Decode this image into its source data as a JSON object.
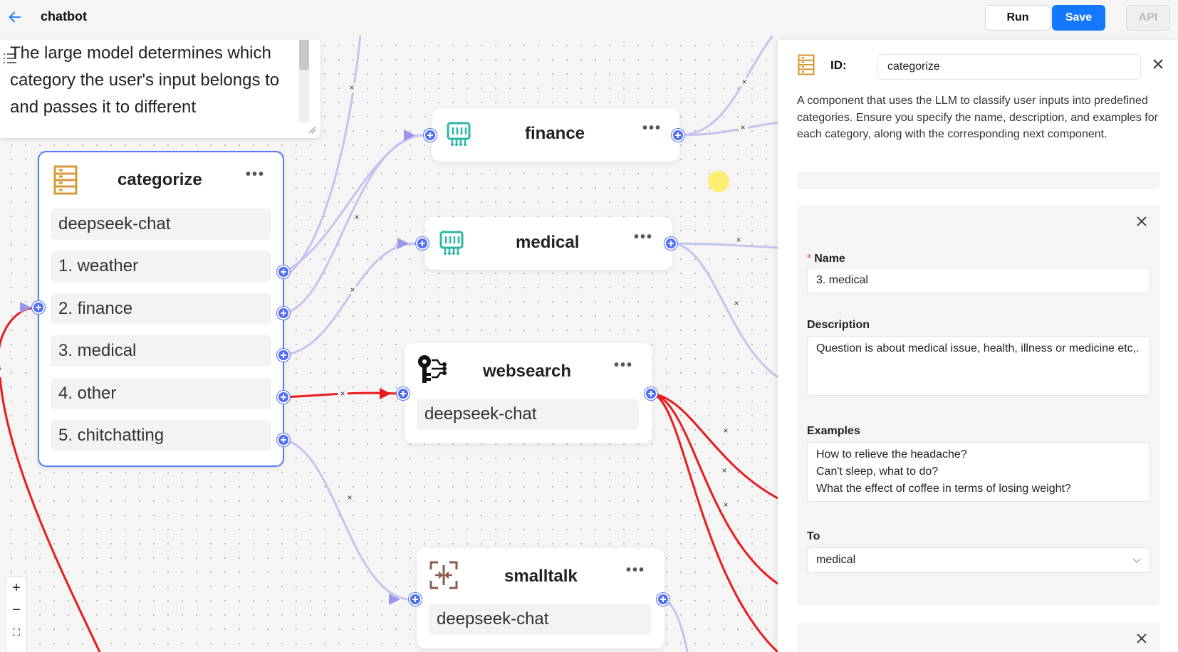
{
  "header": {
    "title": "chatbot",
    "run_label": "Run",
    "save_label": "Save",
    "api_label": "API"
  },
  "note": {
    "text": "The large model determines which category the user's input belongs to and passes it to different"
  },
  "nodes": {
    "categorize": {
      "title": "categorize",
      "model": "deepseek-chat",
      "items": [
        "1. weather",
        "2. finance",
        "3. medical",
        "4. other",
        "5. chitchatting"
      ]
    },
    "finance": {
      "title": "finance"
    },
    "medical": {
      "title": "medical"
    },
    "websearch": {
      "title": "websearch",
      "model": "deepseek-chat"
    },
    "smalltalk": {
      "title": "smalltalk",
      "model": "deepseek-chat"
    },
    "more_label": "•••"
  },
  "zoom": {
    "in": "+",
    "out": "−",
    "fit": "⛶"
  },
  "panel": {
    "id_label": "ID:",
    "id_value": "categorize",
    "description": "A component that uses the LLM to classify user inputs into predefined categories. Ensure you specify the name, description, and examples for each category, along with the corresponding next component.",
    "category": {
      "name_label": "Name",
      "name_value": "3. medical",
      "description_label": "Description",
      "description_value": "Question is about medical issue, health, illness or medicine etc,.",
      "examples_label": "Examples",
      "examples_value": "How to relieve the headache?\nCan't sleep, what to do?\nWhat the effect of coffee in terms of losing weight?",
      "to_label": "To",
      "to_value": "medical"
    }
  },
  "colors": {
    "accent": "#1677ff",
    "handle": "#4f6ef7",
    "edge_default": "#c5c3f0",
    "edge_active": "#e81c1c",
    "selected_border": "#4f7cf7",
    "categorize_icon": "#d79a3a",
    "llm_icon": "#2bb7a8"
  },
  "icons": {
    "back": "arrow-left-icon",
    "categorize": "categorize-icon",
    "finance": "chip-icon",
    "medical": "chip-icon",
    "websearch": "key-icon",
    "smalltalk": "message-icon",
    "close": "close-icon"
  }
}
